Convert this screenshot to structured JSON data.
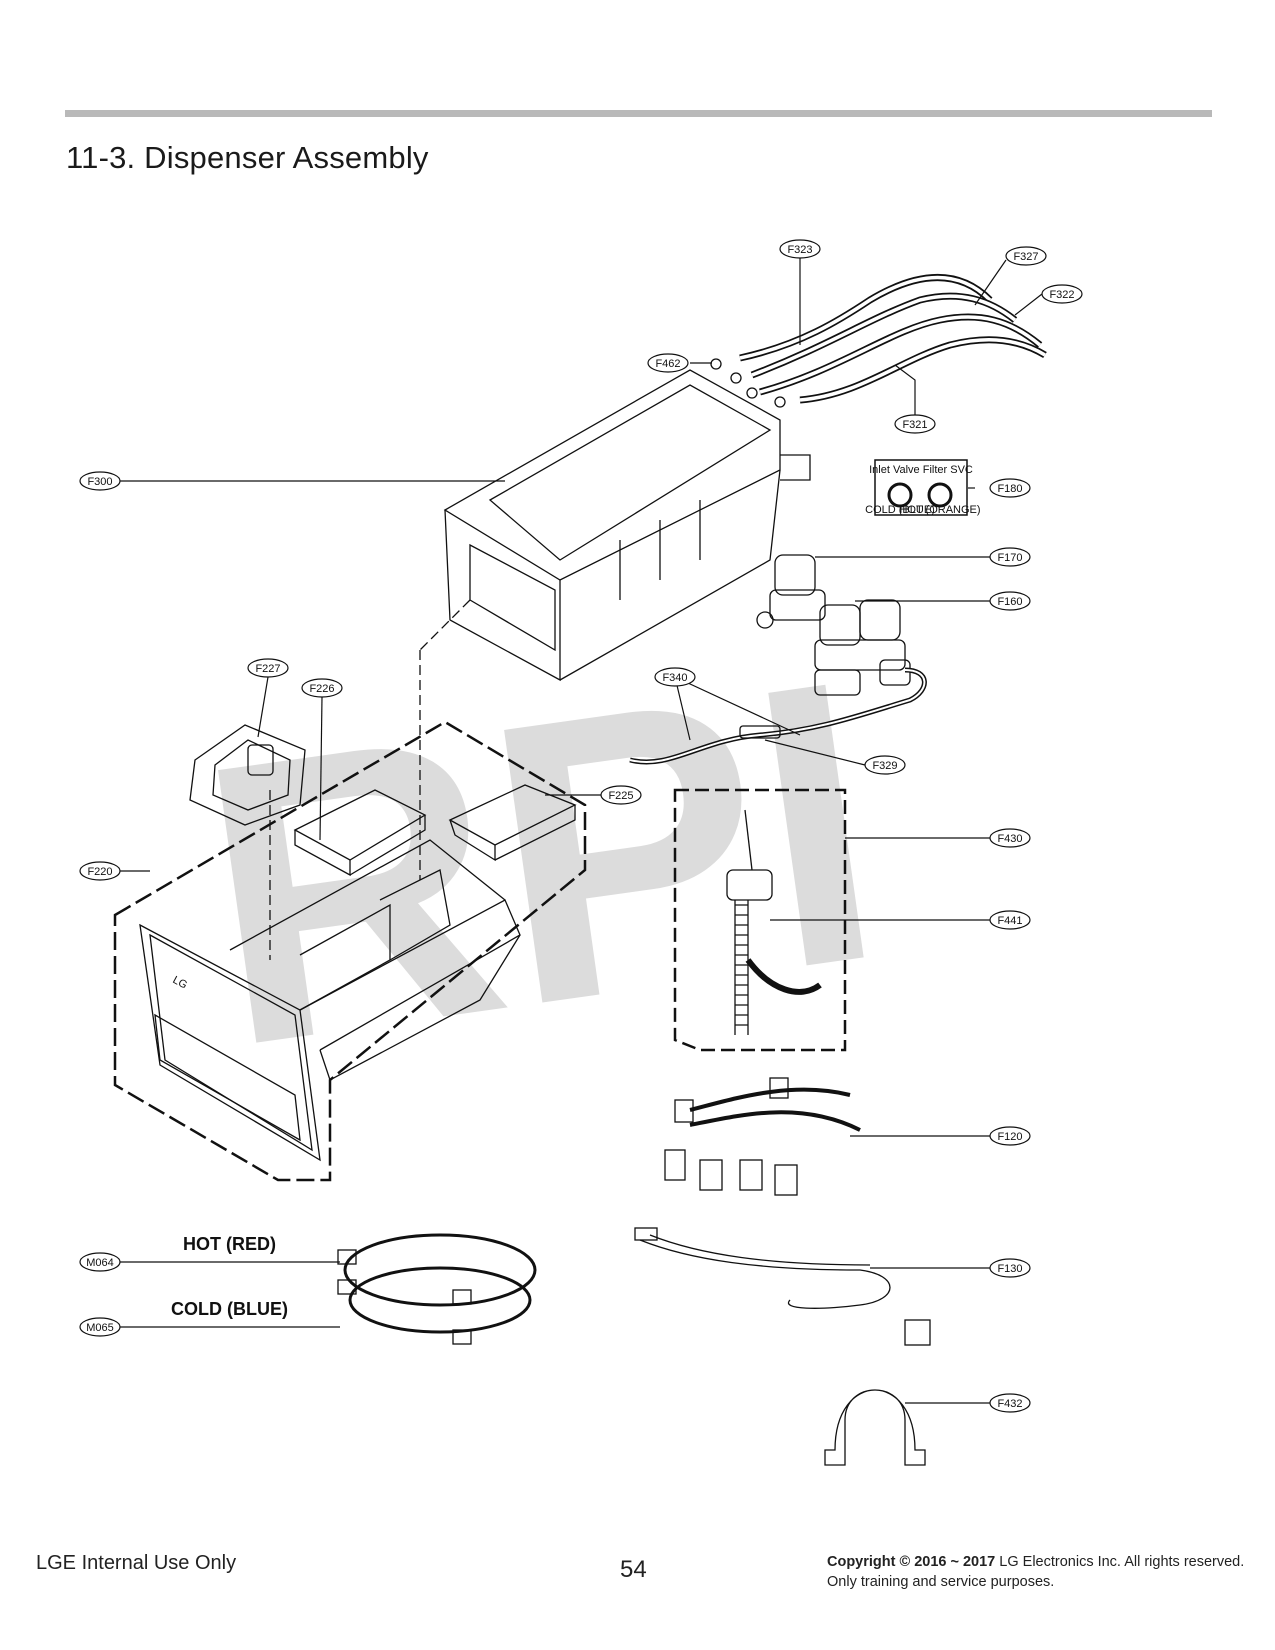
{
  "header": {
    "title": "11-3. Dispenser Assembly"
  },
  "watermark": "RPI",
  "callouts": {
    "f323": "F323",
    "f327": "F327",
    "f322": "F322",
    "f462": "F462",
    "f321": "F321",
    "f300": "F300",
    "f180": "F180",
    "f170": "F170",
    "f160": "F160",
    "f227": "F227",
    "f226": "F226",
    "f340": "F340",
    "f225": "F225",
    "f329": "F329",
    "f220": "F220",
    "f430": "F430",
    "f441": "F441",
    "f120": "F120",
    "f130": "F130",
    "m064": "M064",
    "m065": "M065",
    "f432": "F432"
  },
  "filter_card": {
    "title": "Inlet Valve Filter SVC",
    "cold": "COLD (BLUE)",
    "hot": "HOT (ORANGE)"
  },
  "front_logo": "LG",
  "hoses": {
    "hot": "HOT (RED)",
    "cold": "COLD (BLUE)"
  },
  "footer": {
    "left": "LGE Internal Use Only",
    "page": "54",
    "copyright_bold": "Copyright © 2016 ~ 2017",
    "copyright_rest": " LG Electronics Inc. All rights reserved. Only training and service purposes."
  },
  "colors": {
    "rule": "#b9b9b9",
    "watermark": "#d9d9d9",
    "ink": "#111111"
  }
}
